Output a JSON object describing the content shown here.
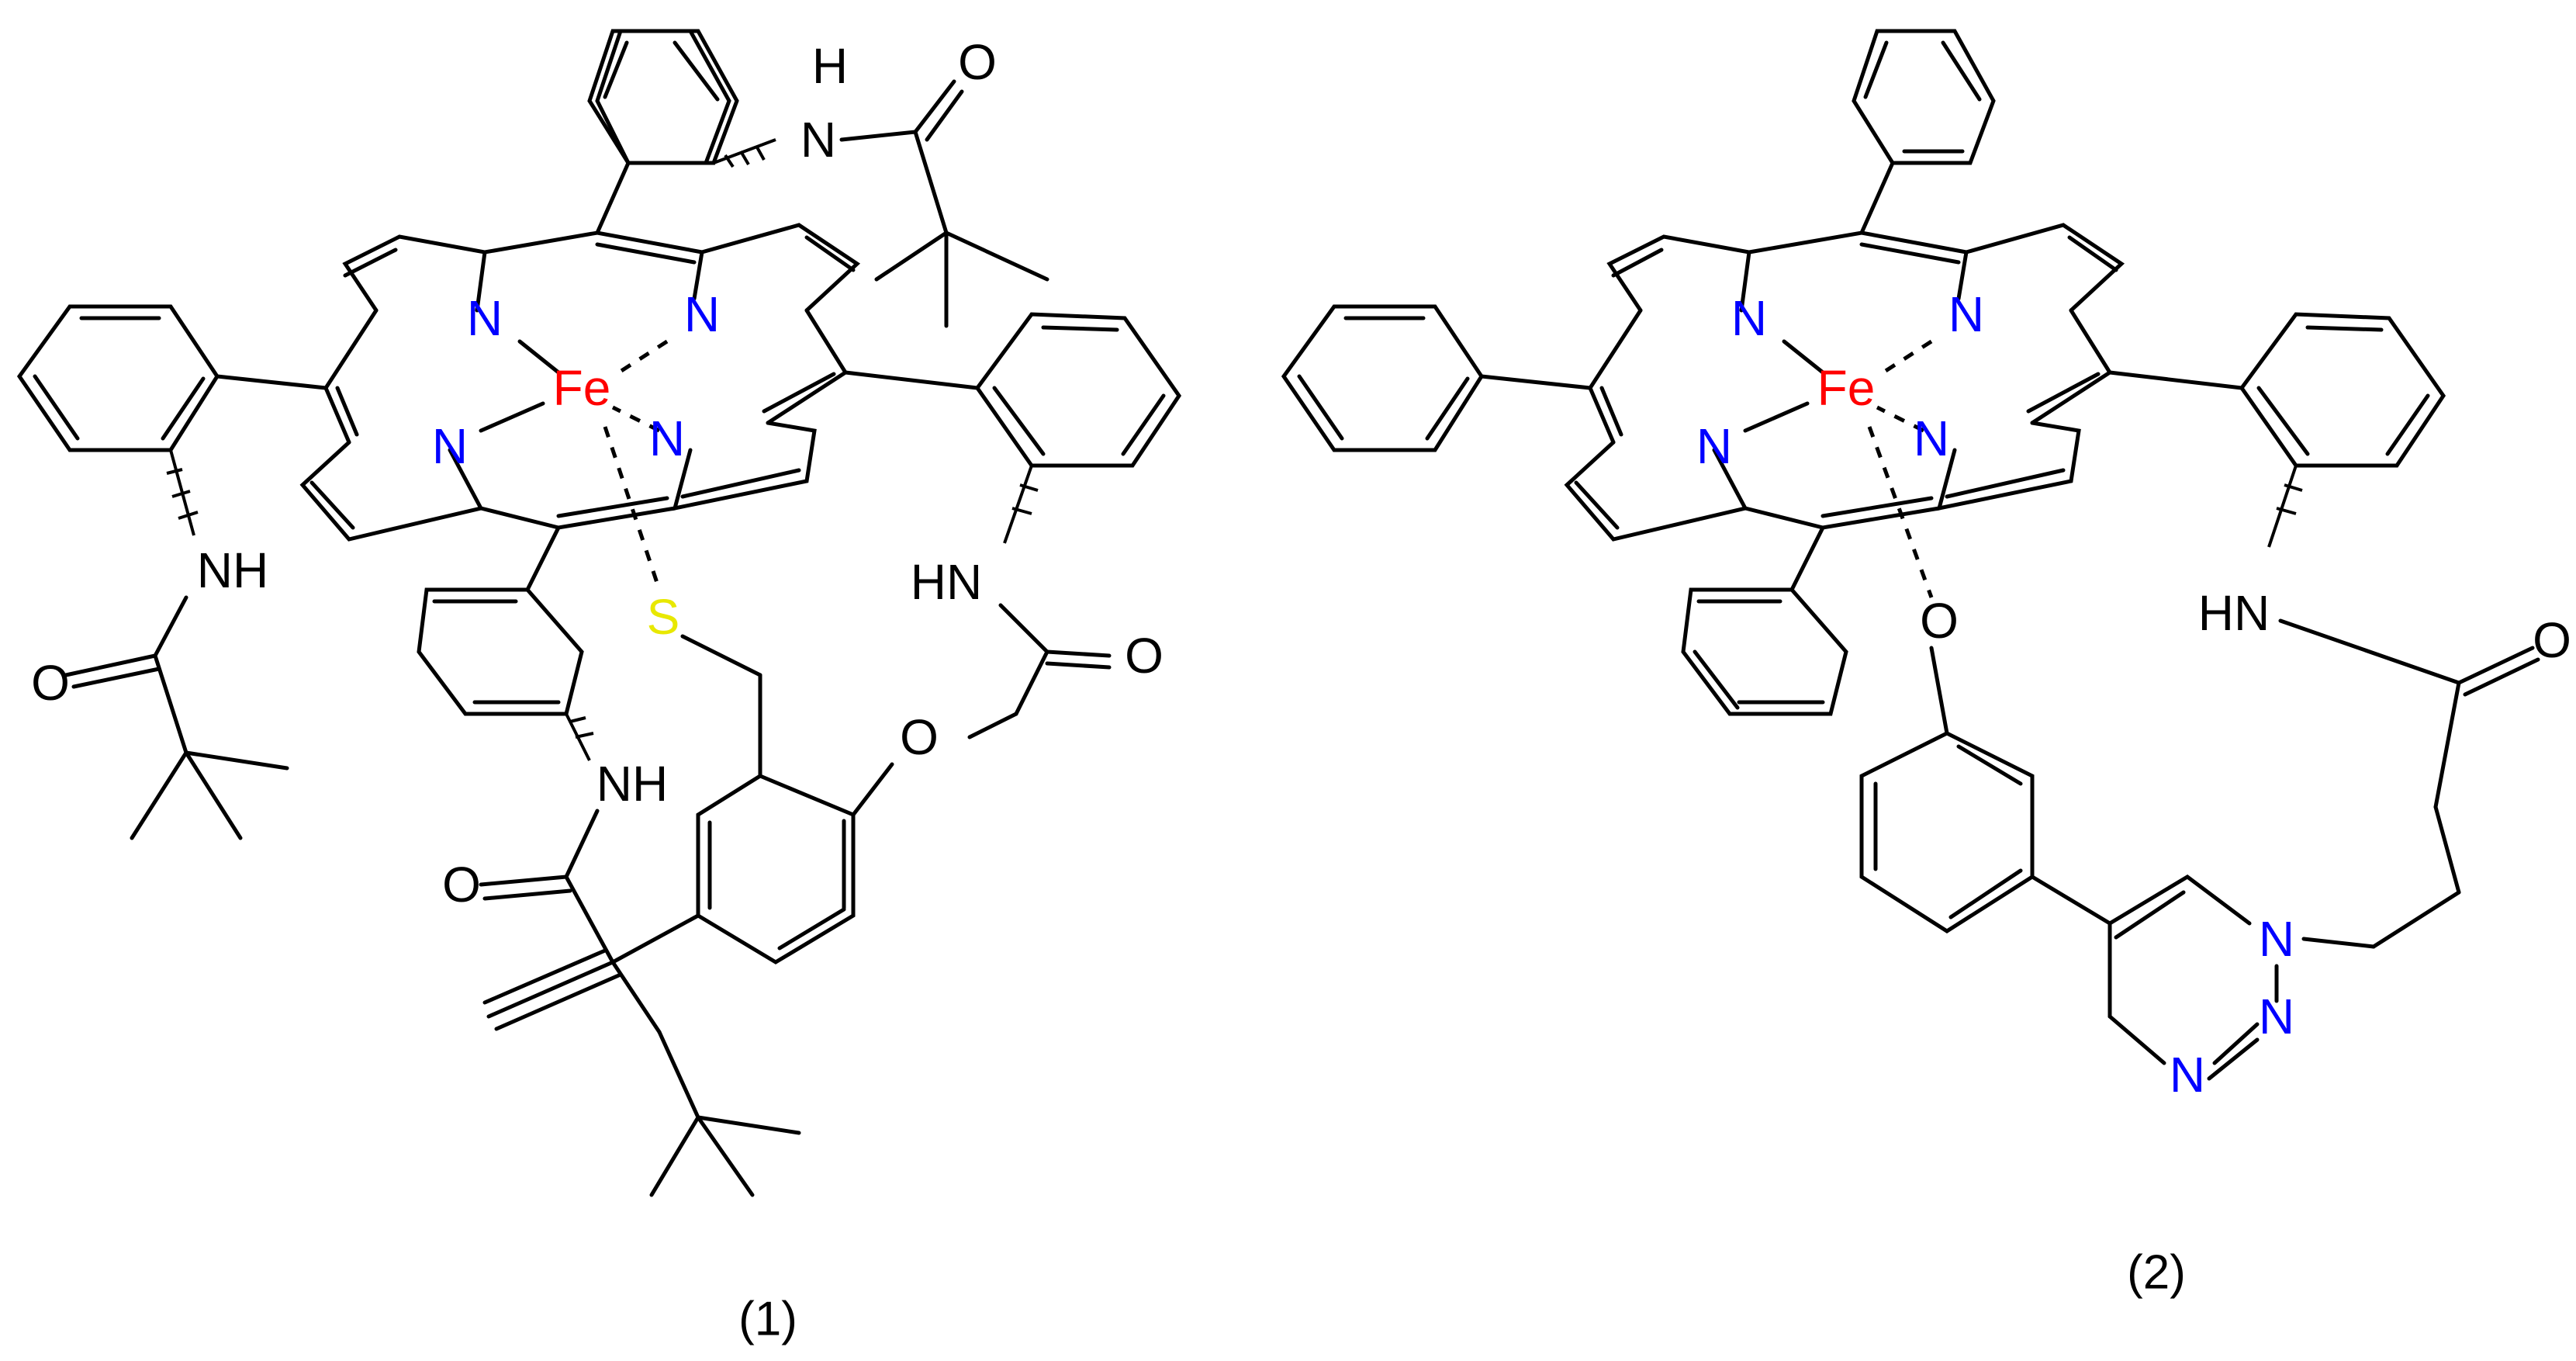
{
  "colors": {
    "bond": "#000000",
    "nitrogen": "#0000ff",
    "iron": "#ff0000",
    "sulfur": "#ffff00",
    "oxygen": "#000000",
    "carbon_label": "#000000"
  },
  "molecules": [
    {
      "id": "compound-1",
      "label": "(1)",
      "atoms": {
        "fe": "Fe",
        "n_pyrrole": "N",
        "s": "S",
        "nh": "NH",
        "hn": "HN",
        "h": "H",
        "o": "O"
      }
    },
    {
      "id": "compound-2",
      "label": "(2)",
      "atoms": {
        "fe": "Fe",
        "n_pyrrole": "N",
        "o": "O",
        "hn": "HN",
        "triazole_n": "N"
      }
    }
  ]
}
